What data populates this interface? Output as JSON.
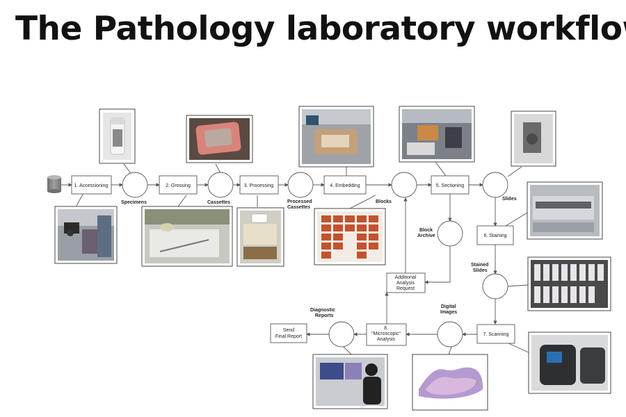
{
  "title": "The Pathology laboratory workflow",
  "steps": {
    "accessioning": "1. Accessioning",
    "grossing": "2. Grossing",
    "processing": "3. Processing",
    "embedding": "4. Embedding",
    "sectioning": "5. Sectioning",
    "staining": "6. Staining",
    "scanning": "7. Scanning",
    "microscopic_1": "8.",
    "microscopic_2": "\"Microscopic\"",
    "microscopic_3": "Analysis",
    "additional_1": "Additional",
    "additional_2": "Analysis",
    "additional_3": "Request",
    "send_1": "Send",
    "send_2": "Final Report"
  },
  "nodes": {
    "specimens": "Specimens",
    "cassettes": "Cassettes",
    "processed_1": "Processed",
    "processed_2": "Cassettes",
    "blocks": "Blocks",
    "block_archive_1": "Block",
    "block_archive_2": "Archive",
    "slides": "Slides",
    "stained_1": "Stained",
    "stained_2": "Slides",
    "digital_1": "Digital",
    "digital_2": "Images",
    "diagnostic_1": "Diagnostic",
    "diagnostic_2": "Reports"
  },
  "colors": {
    "stroke": "#555555",
    "photo_border": "#333333",
    "database": "#888888"
  }
}
